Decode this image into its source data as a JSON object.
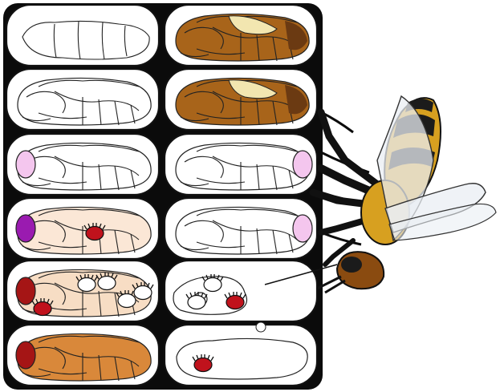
{
  "diagram": {
    "title": "",
    "palette": {
      "outline": "#111111",
      "comb": "#0b0b0b",
      "empty_cell": "#ffffff",
      "light_pupa": "#f7ddc4",
      "pale_pupa": "#fbe7d6",
      "orange_pupa": "#d9883a",
      "brown_pupa": "#a8641a",
      "dark_brown": "#6b3a12",
      "cream_wing": "#f2e6b0",
      "pink_eye": "#f4c6ee",
      "violet_eye": "#9a1bb0",
      "red_eye": "#a51515",
      "mite_red": "#c0121c",
      "bee_yellow": "#d7a020",
      "bee_black": "#1b1b1b",
      "wing_tint": "#e9eef3"
    },
    "cells": [
      {
        "row": 1,
        "col": 1,
        "stage": "prepupa",
        "fill": "empty_cell",
        "mites": 0
      },
      {
        "row": 1,
        "col": 2,
        "stage": "pupa-dark-brown",
        "fill": "brown_pupa",
        "mites": 0
      },
      {
        "row": 2,
        "col": 1,
        "stage": "white-eyed-pupa",
        "fill": "empty_cell",
        "mites": 0
      },
      {
        "row": 2,
        "col": 2,
        "stage": "pupa-dark-brown",
        "fill": "brown_pupa",
        "mites": 0
      },
      {
        "row": 3,
        "col": 1,
        "stage": "pink-eyed-pupa",
        "fill": "empty_cell",
        "mites": 0
      },
      {
        "row": 3,
        "col": 2,
        "stage": "pink-eyed-pupa",
        "fill": "empty_cell",
        "mites": 0
      },
      {
        "row": 4,
        "col": 1,
        "stage": "purple-eyed-pupa",
        "fill": "pale_pupa",
        "mites": 1
      },
      {
        "row": 4,
        "col": 2,
        "stage": "pink-eyed-pupa",
        "fill": "empty_cell",
        "mites": 0
      },
      {
        "row": 5,
        "col": 1,
        "stage": "red-eyed-pupa",
        "fill": "light_pupa",
        "mites": 5
      },
      {
        "row": 5,
        "col": 2,
        "stage": "opened-cell",
        "fill": "empty_cell",
        "mites": 3
      },
      {
        "row": 6,
        "col": 1,
        "stage": "dark-pupa",
        "fill": "orange_pupa",
        "mites": 0
      },
      {
        "row": 6,
        "col": 2,
        "stage": "larva-with-mite",
        "fill": "empty_cell",
        "mites": 1
      }
    ],
    "bee": {
      "icon": "honeybee-icon",
      "state": "uncapping-cell"
    }
  }
}
